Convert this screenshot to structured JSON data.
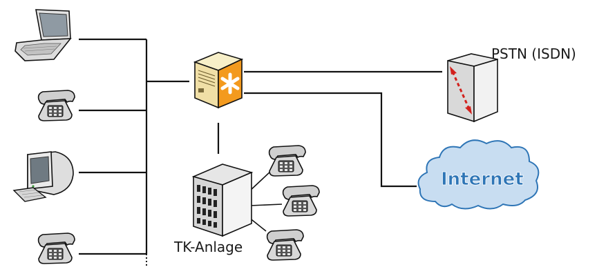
{
  "labels": {
    "pstn": "PSTN (ISDN)",
    "tk_anlage": "TK-Anlage",
    "internet": "Internet"
  },
  "nodes": [
    {
      "name": "laptop",
      "icon": "laptop-icon"
    },
    {
      "name": "phone-1",
      "icon": "telephone-icon"
    },
    {
      "name": "workstation",
      "icon": "desktop-computer-icon"
    },
    {
      "name": "phone-2",
      "icon": "telephone-icon"
    },
    {
      "name": "asterisk-server",
      "icon": "asterisk-server-icon"
    },
    {
      "name": "pstn-gateway",
      "icon": "pstn-isdn-box-icon"
    },
    {
      "name": "internet-cloud",
      "icon": "cloud-icon"
    },
    {
      "name": "tk-anlage",
      "icon": "pbx-tower-icon"
    },
    {
      "name": "pbx-phone-1",
      "icon": "telephone-icon"
    },
    {
      "name": "pbx-phone-2",
      "icon": "telephone-icon"
    },
    {
      "name": "pbx-phone-3",
      "icon": "telephone-icon"
    }
  ],
  "colors": {
    "wire": "#111111",
    "server_accent": "#f39a1e",
    "server_body": "#f4e7b8",
    "cloud_fill": "#c8ddf1",
    "cloud_stroke": "#2e75b6",
    "internet_text": "#2e75b6",
    "pstn_arrow": "#d2201c"
  }
}
